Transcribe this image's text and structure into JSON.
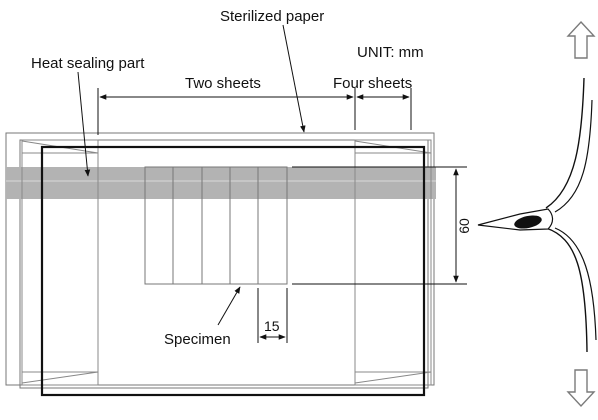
{
  "labels": {
    "sterilized_paper": "Sterilized paper",
    "unit": "UNIT: mm",
    "heat_sealing_part": "Heat sealing part",
    "two_sheets": "Two sheets",
    "four_sheets": "Four sheets",
    "specimen": "Specimen",
    "dim_height": "60",
    "dim_width": "15"
  },
  "colors": {
    "line": "#111111",
    "seal_band": "#b3b3b3",
    "outline_light": "#777777",
    "arrow_fill": "#ffffff",
    "arrow_stroke": "#7a7a7a"
  },
  "icons": {
    "up_arrow": "hollow-up-arrow",
    "down_arrow": "hollow-down-arrow"
  }
}
